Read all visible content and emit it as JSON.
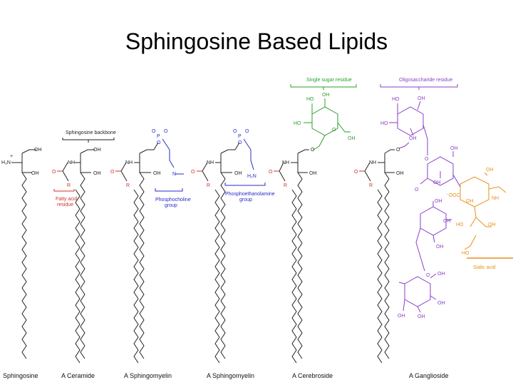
{
  "title": "Sphingosine Based Lipids",
  "colors": {
    "black": "#222222",
    "red": "#d0312d",
    "blue": "#2a2ac8",
    "green": "#2e9e2e",
    "purple": "#8a3ec8",
    "orange": "#e8901a"
  },
  "annotations": {
    "sphingosine_backbone": "Sphingosine backbone",
    "fatty_acid_residue_1": "Fatty acid",
    "fatty_acid_residue_2": "residue",
    "phosphocholine_1": "Phosphocholine",
    "phosphocholine_2": "group",
    "phosphoethanolamine_1": "Phosphoethanolamine",
    "phosphoethanolamine_2": "group",
    "single_sugar": "Single sugar residue",
    "oligosaccharide": "Oligosaccharide residue",
    "sialic_acid": "Sialic acid"
  },
  "atoms": {
    "OH": "OH",
    "NH": "NH",
    "H3N": "H₃N",
    "plus": "+",
    "R": "R",
    "O": "O",
    "P": "P",
    "N": "N",
    "H2N": "H₂N",
    "HO": "HO",
    "COO": "⁻OOC"
  },
  "captions": {
    "sphingosine": "Sphingosine",
    "ceramide": "A Ceramide",
    "sphingomyelin_1": "A Sphingomyelin",
    "sphingomyelin_2": "A Sphingomyelin",
    "cerebroside": "A Cerebroside",
    "ganglioside": "A Ganglioside"
  }
}
